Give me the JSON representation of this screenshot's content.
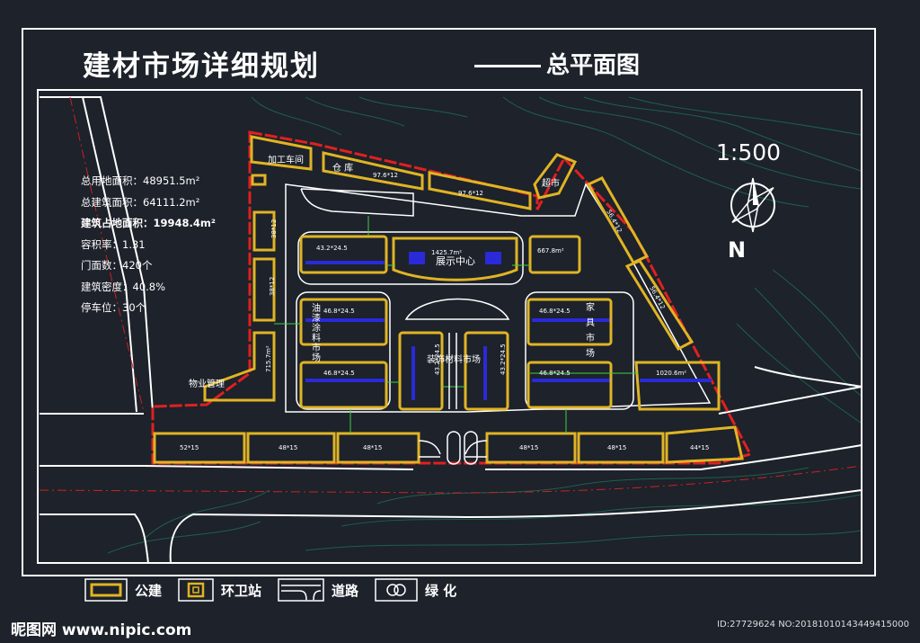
{
  "header": {
    "title": "建材市场详细规划",
    "subtitle": "总平面图"
  },
  "scale_label": "1:500",
  "north_label": "N",
  "stats": [
    "总用地面积：48951.5m²",
    "总建筑面积：64111.2m²",
    "建筑占地面积：19948.4m²",
    "容积率：1.31",
    "门面数：420个",
    "建筑密度：40.8%",
    "停车位：30个"
  ],
  "plan_labels": {
    "processing": "加工车间",
    "warehouse": "仓 库",
    "supermarket": "超市",
    "exhibition": "展示中心",
    "property": "物业管理",
    "paint_market": [
      "油",
      "漆",
      "涂",
      "料",
      "市",
      "场"
    ],
    "furniture_market": [
      "家",
      "具",
      "市",
      "场"
    ],
    "decoration_market": "装饰材料市场"
  },
  "building_dims": {
    "wh1": "97.6*12",
    "wh2": "97.6*12",
    "r1a": "43.2*24.5",
    "r1b": "1425.7m²",
    "r1c": "667.8m²",
    "left1": "38*12",
    "left2": "38*12",
    "left3": "715.7m²",
    "r2a": "46.8*24.5",
    "r2b": "46.8*24.5",
    "r3a": "46.8*24.5",
    "r3b": "46.8*24.5",
    "r3c": "1020.6m²",
    "c1": "43.2*24.5",
    "c2": "43.2*24.5",
    "right1": "56.4*12",
    "right2": "56.4*12",
    "s1": "52*15",
    "s2": "48*15",
    "s3": "48*15",
    "s4": "48*15",
    "s5": "48*15",
    "s6": "44*15"
  },
  "legend": [
    {
      "icon": "public-building-icon",
      "label": "公建"
    },
    {
      "icon": "sanitation-station-icon",
      "label": "环卫站"
    },
    {
      "icon": "road-icon",
      "label": "道路"
    },
    {
      "icon": "greenery-icon",
      "label": "绿 化"
    }
  ],
  "footer": {
    "logo": "昵图网 www.nipic.com",
    "id": "ID:27729624 NO:20181010143449415000"
  },
  "colors": {
    "background": "#1d222b",
    "building_outline": "#e0b424",
    "boundary": "#e02020",
    "road": "#ffffff",
    "terrain": "#1f6b52",
    "parking": "#2a2ad8",
    "dimension": "#3fd23f"
  }
}
